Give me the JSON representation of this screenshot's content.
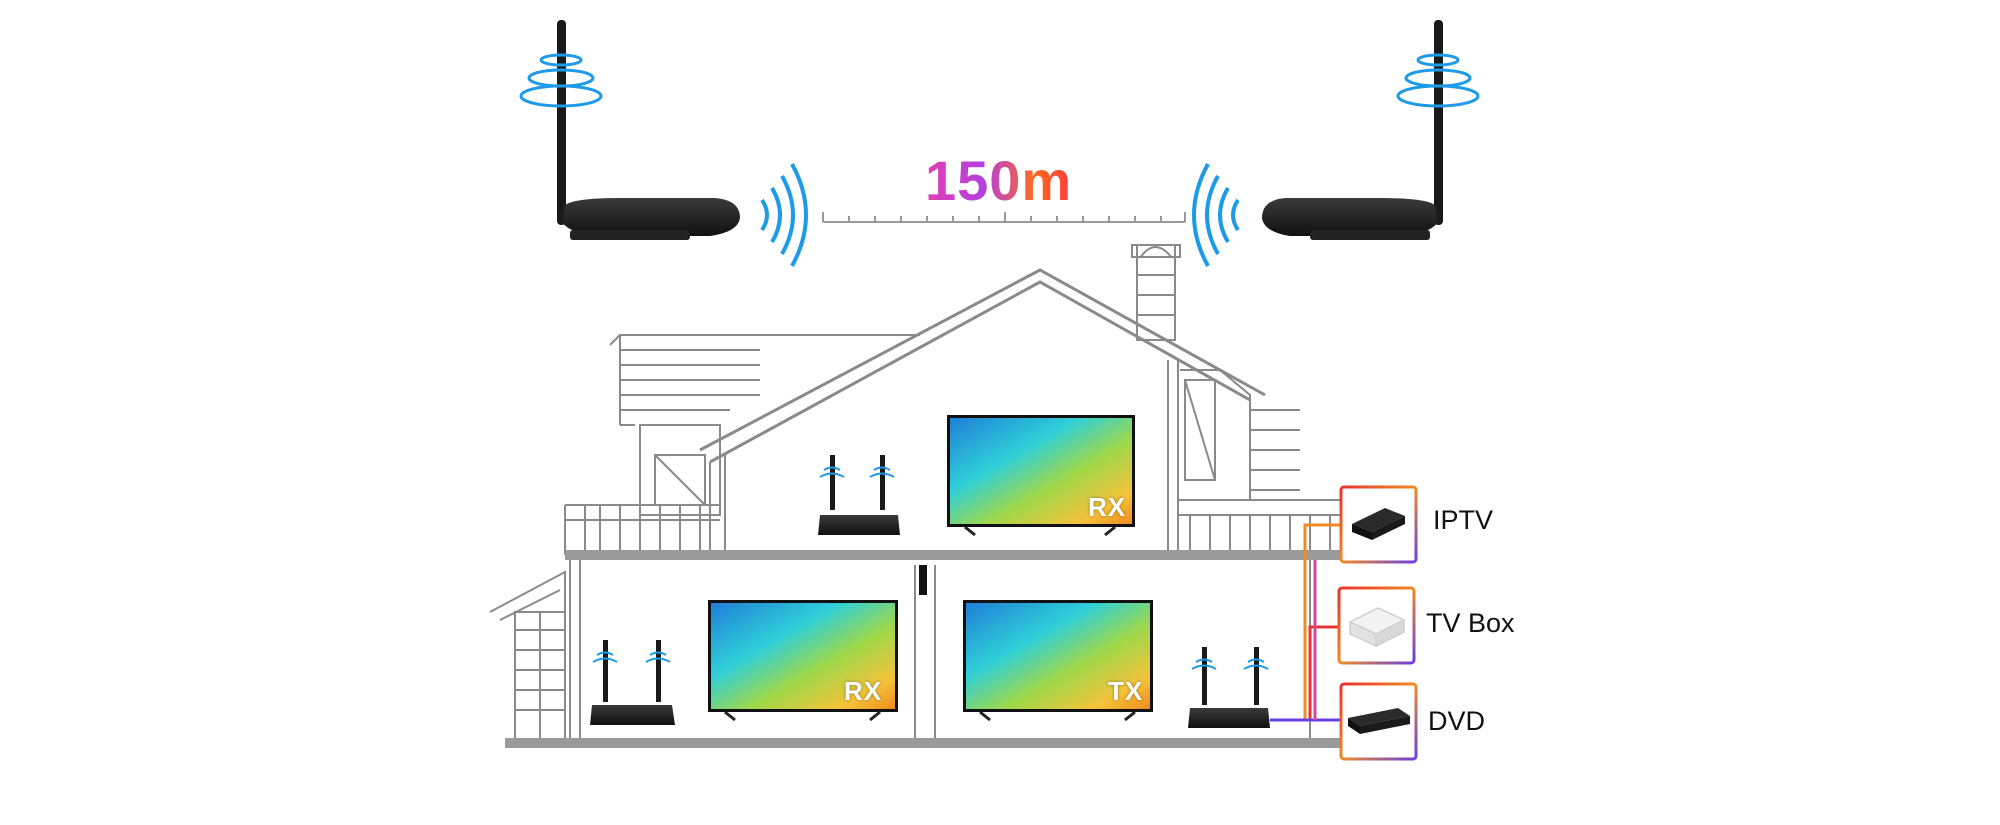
{
  "distance": {
    "label": "150m"
  },
  "tv_labels": {
    "upstairs": "RX",
    "downstairs_left": "RX",
    "downstairs_right": "TX"
  },
  "sources": [
    {
      "label": "IPTV",
      "icon": "iptv-box-icon"
    },
    {
      "label": "TV Box",
      "icon": "tv-box-icon"
    },
    {
      "label": "DVD",
      "icon": "dvd-player-icon"
    }
  ],
  "colors": {
    "signal_blue": "#1e9be8",
    "wire_orange": "#f08a24",
    "wire_red": "#e8342f",
    "wire_purple": "#6a3fe0",
    "house_line": "#8a8a8a",
    "floor_gray": "#9a9a9a"
  }
}
